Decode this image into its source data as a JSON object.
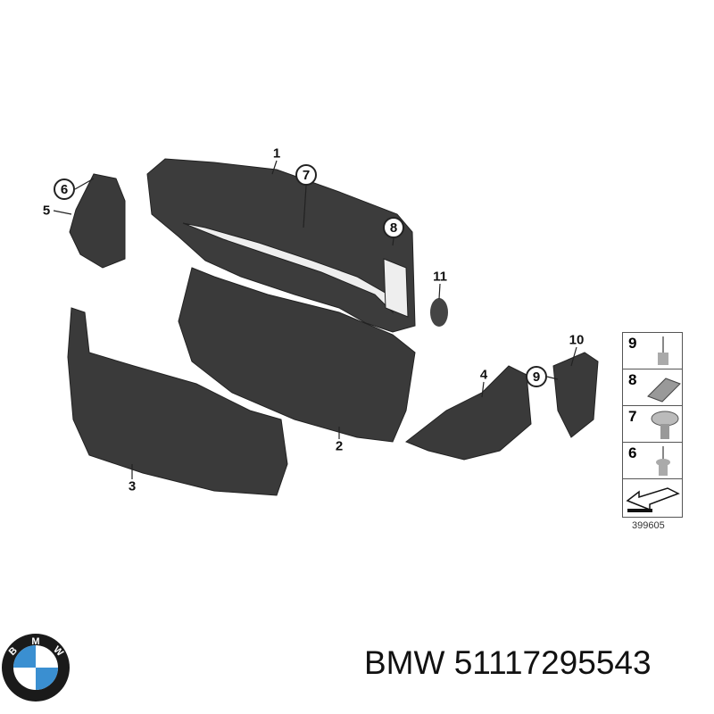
{
  "diagram": {
    "callouts": [
      {
        "id": "1",
        "style": "plain"
      },
      {
        "id": "7",
        "style": "circle"
      },
      {
        "id": "6",
        "style": "circle"
      },
      {
        "id": "5",
        "style": "plain"
      },
      {
        "id": "8",
        "style": "circle"
      },
      {
        "id": "11",
        "style": "plain"
      },
      {
        "id": "10",
        "style": "plain"
      },
      {
        "id": "9",
        "style": "circle"
      },
      {
        "id": "4",
        "style": "plain"
      },
      {
        "id": "2",
        "style": "plain"
      },
      {
        "id": "3",
        "style": "plain"
      }
    ],
    "legend": {
      "rows": [
        "9",
        "8",
        "7",
        "6"
      ],
      "reference_number": "399605"
    },
    "part_color": "#3a3a3a"
  },
  "footer": {
    "brand": "BMW",
    "part_number": "51117295543",
    "caption": "BMW 51117295543",
    "logo_letters": "BMW"
  }
}
